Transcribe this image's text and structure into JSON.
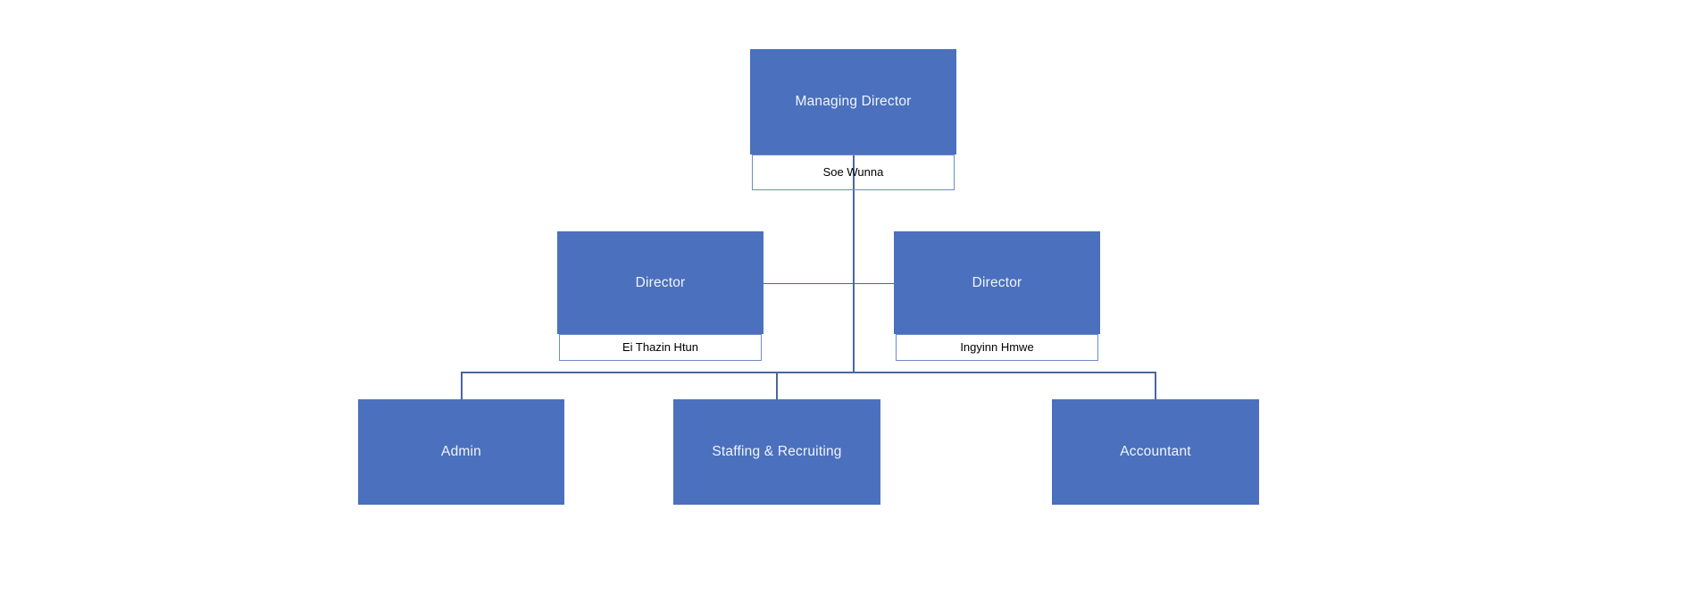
{
  "org_chart": {
    "type": "org-chart-diagram",
    "nodes": [
      {
        "id": "md",
        "role": "Managing Director",
        "name": "Soe Wunna"
      },
      {
        "id": "director1",
        "role": "Director",
        "name": "Ei Thazin Htun"
      },
      {
        "id": "director2",
        "role": "Director",
        "name": "Ingyinn Hmwe"
      },
      {
        "id": "admin",
        "role": "Admin"
      },
      {
        "id": "staffing",
        "role": "Staffing & Recruiting"
      },
      {
        "id": "accountant",
        "role": "Accountant"
      }
    ],
    "edges": [
      {
        "from": "md",
        "to": "director1"
      },
      {
        "from": "md",
        "to": "director2"
      },
      {
        "from": "md",
        "to": "admin"
      },
      {
        "from": "md",
        "to": "staffing"
      },
      {
        "from": "md",
        "to": "accountant"
      }
    ],
    "colors": {
      "box_fill": "#4a70be",
      "box_text": "#f2f5fa",
      "plate_bg": "transparent",
      "plate_border": "#6e8cc8",
      "plate_text": "#000000",
      "connector": "#4c669f",
      "background": "#ffffff"
    }
  }
}
